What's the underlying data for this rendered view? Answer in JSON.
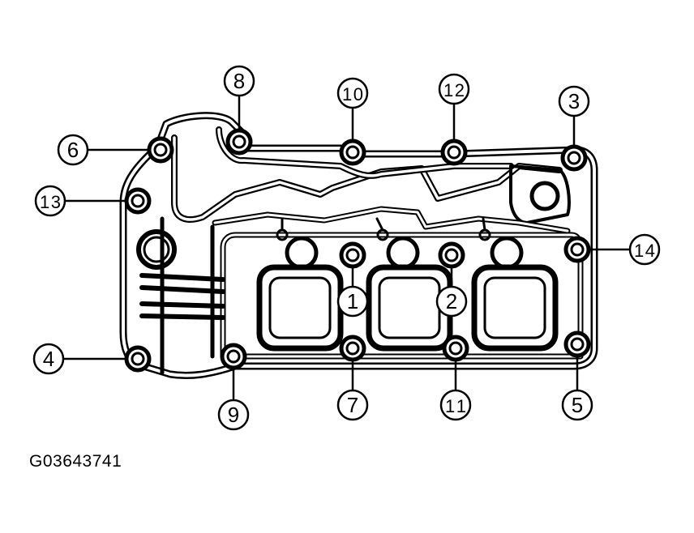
{
  "figure": {
    "caption": "G03643741",
    "callouts": [
      {
        "label": "1"
      },
      {
        "label": "2"
      },
      {
        "label": "3"
      },
      {
        "label": "4"
      },
      {
        "label": "5"
      },
      {
        "label": "6"
      },
      {
        "label": "7"
      },
      {
        "label": "8"
      },
      {
        "label": "9"
      },
      {
        "label": "10"
      },
      {
        "label": "11"
      },
      {
        "label": "12"
      },
      {
        "label": "13"
      },
      {
        "label": "14"
      }
    ]
  },
  "colors": {
    "ink": "#000000",
    "paper": "#ffffff"
  }
}
